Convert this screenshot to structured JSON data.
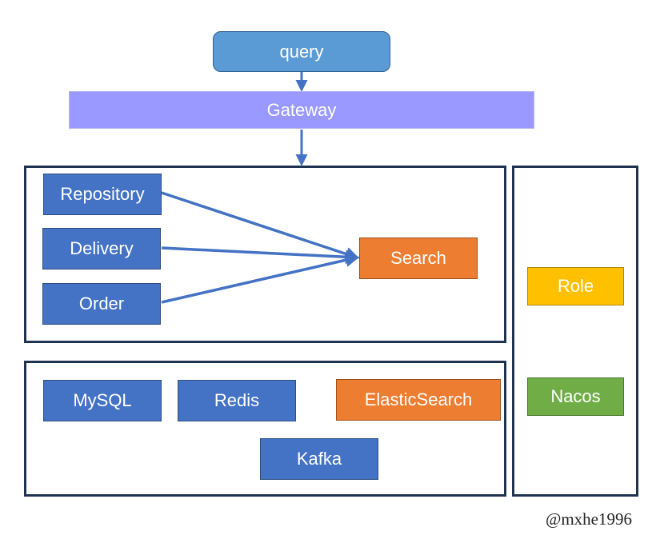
{
  "nodes": {
    "query": "query",
    "gateway": "Gateway",
    "repository": "Repository",
    "delivery": "Delivery",
    "order": "Order",
    "search": "Search",
    "mysql": "MySQL",
    "redis": "Redis",
    "elasticsearch": "ElasticSearch",
    "kafka": "Kafka",
    "role": "Role",
    "nacos": "Nacos"
  },
  "edges": [
    {
      "from": "query",
      "to": "gateway"
    },
    {
      "from": "gateway",
      "to": "services-frame"
    },
    {
      "from": "repository",
      "to": "search"
    },
    {
      "from": "delivery",
      "to": "search"
    },
    {
      "from": "order",
      "to": "search"
    }
  ],
  "colors": {
    "service": "#4472c4",
    "search": "#ed7d31",
    "role": "#ffc000",
    "nacos": "#70ad47",
    "gateway": "#9999ff",
    "query": "#5b9bd5",
    "arrow": "#4472c4",
    "frame": "#1f3350"
  },
  "watermark": "@mxhe1996"
}
